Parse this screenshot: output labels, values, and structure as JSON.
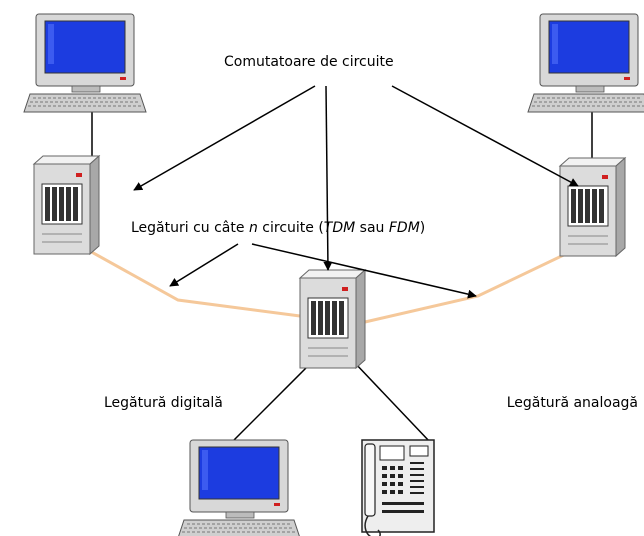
{
  "labels": {
    "switches": "Comutatoare de circuite",
    "links_prefix": "Legături cu câte ",
    "links_n": "n",
    "links_mid": " circuite (",
    "links_tdm": "TDM",
    "links_sau": " sau ",
    "links_fdm": "FDM",
    "links_suffix": ")",
    "digital": "Legătură digitală",
    "analog": "Legătură analoagă"
  },
  "devices": [
    {
      "kind": "computer",
      "name": "computer-top-left"
    },
    {
      "kind": "computer",
      "name": "computer-top-right"
    },
    {
      "kind": "switch",
      "name": "switch-left"
    },
    {
      "kind": "switch",
      "name": "switch-right"
    },
    {
      "kind": "switch",
      "name": "switch-center"
    },
    {
      "kind": "computer",
      "name": "computer-bottom"
    },
    {
      "kind": "telephone",
      "name": "telephone"
    }
  ],
  "colors": {
    "trunk": "#f5c89a",
    "screen": "#1c3ce0",
    "case": "#e4e4e4",
    "line": "#000000"
  }
}
